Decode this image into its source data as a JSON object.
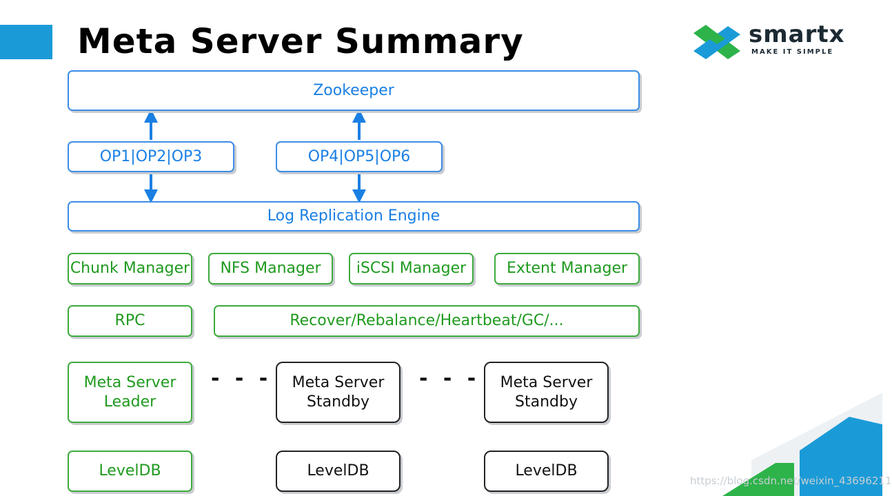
{
  "title": "Meta Server Summary",
  "logo": {
    "name": "smartx",
    "tagline": "MAKE IT SIMPLE"
  },
  "layers": {
    "zookeeper": "Zookeeper",
    "ops_left": "OP1|OP2|OP3",
    "ops_right": "OP4|OP5|OP6",
    "log_engine": "Log Replication Engine",
    "managers": [
      "Chunk Manager",
      "NFS Manager",
      "iSCSI Manager",
      "Extent Manager"
    ],
    "rpc": "RPC",
    "tasks": "Recover/Rebalance/Heartbeat/GC/..."
  },
  "servers": [
    {
      "line1": "Meta Server",
      "line2": "Leader"
    },
    {
      "line1": "Meta Server",
      "line2": "Standby"
    },
    {
      "line1": "Meta Server",
      "line2": "Standby"
    }
  ],
  "ellipsis": "- - -",
  "storage": [
    "LevelDB",
    "LevelDB",
    "LevelDB"
  ],
  "watermark": "https://blog.csdn.net/weixin_43696211",
  "colors": {
    "accent": "#1a9bd7",
    "blue": "#1a7fe3",
    "green": "#1f9a1f",
    "logo_green": "#2db34a",
    "logo_blue": "#1a9bd7"
  }
}
